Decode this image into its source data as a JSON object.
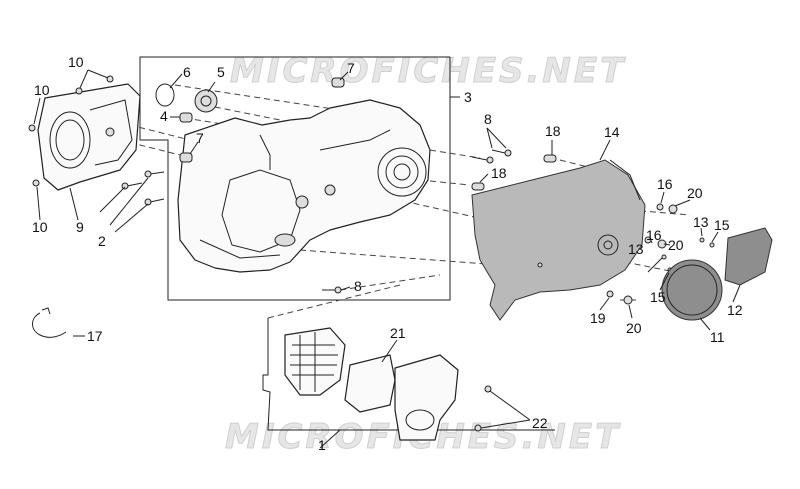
{
  "watermark": "MICROFICHES.NET",
  "callouts": [
    "1",
    "2",
    "3",
    "4",
    "5",
    "6",
    "7",
    "7",
    "8",
    "8",
    "9",
    "10",
    "10",
    "10",
    "11",
    "12",
    "13",
    "13",
    "14",
    "15",
    "15",
    "16",
    "16",
    "17",
    "18",
    "18",
    "19",
    "20",
    "20",
    "20",
    "21",
    "22"
  ],
  "parts": {
    "p1": "1",
    "p2": "2",
    "p3": "3",
    "p4": "4",
    "p5": "5",
    "p6": "6",
    "p7a": "7",
    "p7b": "7",
    "p8a": "8",
    "p8b": "8",
    "p9": "9",
    "p10a": "10",
    "p10b": "10",
    "p10c": "10",
    "p11": "11",
    "p12": "12",
    "p13a": "13",
    "p13b": "13",
    "p14": "14",
    "p15a": "15",
    "p15b": "15",
    "p16a": "16",
    "p16b": "16",
    "p17": "17",
    "p18a": "18",
    "p18b": "18",
    "p19": "19",
    "p20a": "20",
    "p20b": "20",
    "p20c": "20",
    "p21": "21",
    "p22": "22"
  },
  "colors": {
    "line": "#222222",
    "cover_fill": "#b9b9b9",
    "watermark": "#e6e6e6"
  }
}
